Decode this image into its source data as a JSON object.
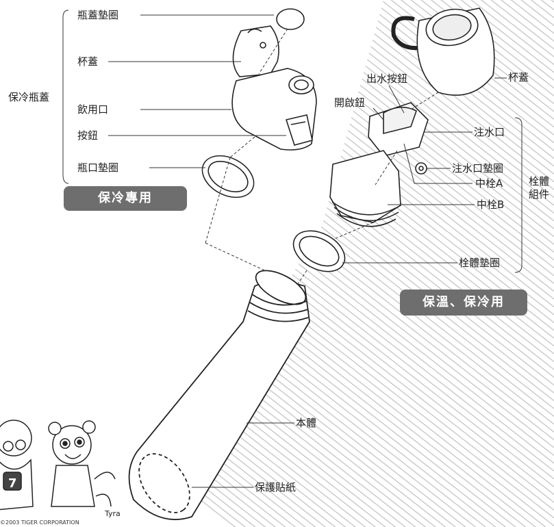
{
  "colors": {
    "stripe": "#c9c9c9",
    "pill": "#6e6e6e",
    "line": "#333333"
  },
  "group_cold_lid": "保冷瓶蓋",
  "group_stopper_set": "栓體組件",
  "left_parts": {
    "lid_pad": "瓶蓋墊圈",
    "cup_lid": "杯蓋",
    "mouth": "飲用口",
    "button": "按鈕",
    "bottle_gasket": "瓶口墊圈"
  },
  "right_parts": {
    "cup_lid": "杯蓋",
    "pour_button": "出水按鈕",
    "open_button": "開啟鈕",
    "spout": "注水口",
    "spout_gasket": "注水口墊圈",
    "middle_a": "中栓A",
    "middle_b": "中栓B",
    "stopper_gasket": "栓體墊圈"
  },
  "body_parts": {
    "body": "本體",
    "sticker": "保護貼紙"
  },
  "tags": {
    "cold_only": "保冷專用",
    "hot_cold": "保溫、保冷用"
  },
  "mascot_name": "Tyra",
  "copyright": "©2003 TIGER CORPORATION"
}
